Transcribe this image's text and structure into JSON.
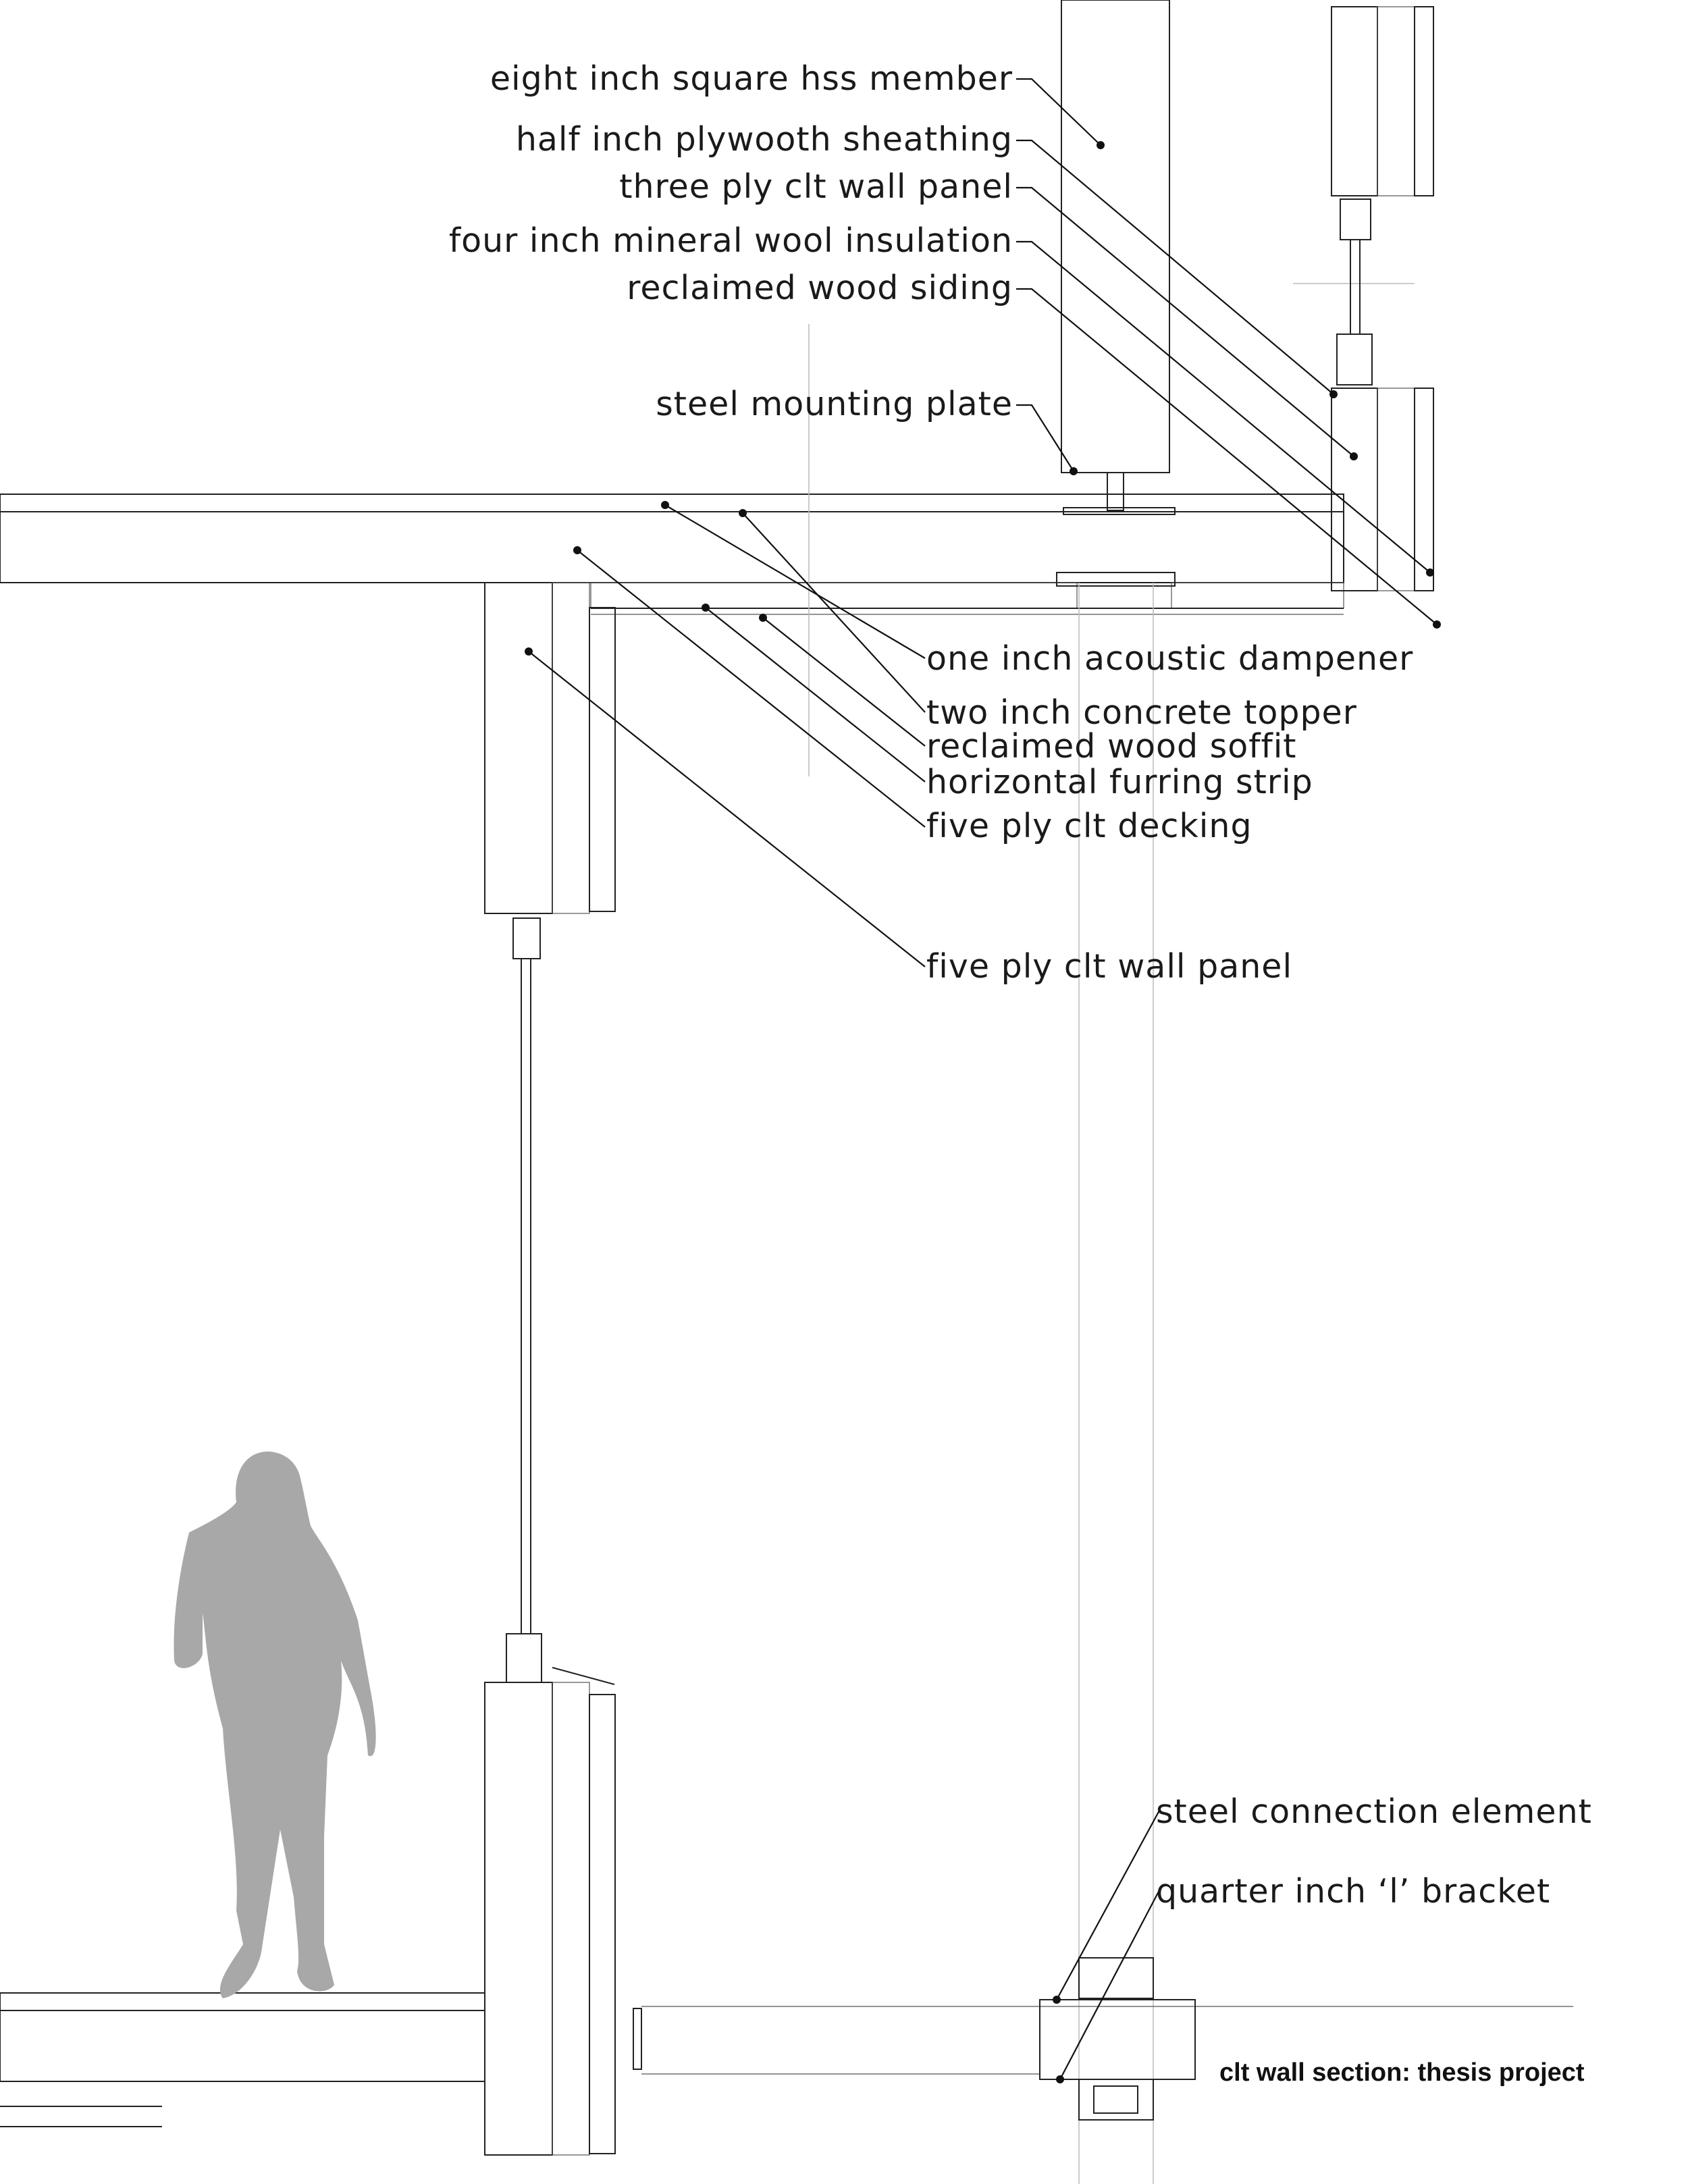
{
  "title": "clt wall section: thesis project",
  "colors": {
    "line": "#222222",
    "figure": "#a8a8a8",
    "background": "#ffffff"
  },
  "callouts_upper": [
    "eight inch square hss member",
    "half inch plywooth sheathing",
    "three ply clt wall panel",
    "four inch mineral wool insulation",
    "reclaimed wood siding",
    "steel mounting plate"
  ],
  "callouts_middle": [
    "one inch acoustic dampener",
    "two inch concrete topper",
    "reclaimed wood soffit",
    "horizontal furring strip",
    "five ply clt decking",
    "five ply clt wall panel"
  ],
  "callouts_lower": [
    "steel connection element",
    "quarter inch ‘l’ bracket"
  ],
  "figure": {
    "icon": "human-silhouette-icon"
  }
}
